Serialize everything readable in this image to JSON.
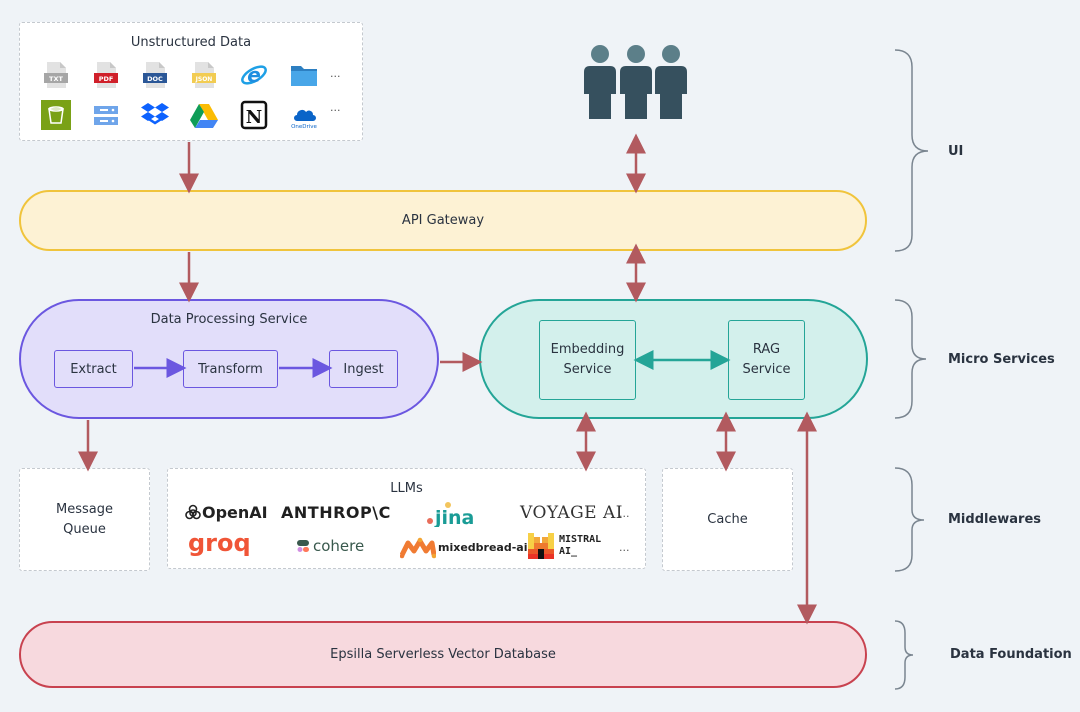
{
  "unstructured": {
    "title": "Unstructured Data",
    "row1": [
      {
        "icon": "txt-file-icon",
        "label": "TXT",
        "color": "#a6a6a6"
      },
      {
        "icon": "pdf-file-icon",
        "label": "PDF",
        "color": "#d0202a"
      },
      {
        "icon": "doc-file-icon",
        "label": "DOC",
        "color": "#2b5797"
      },
      {
        "icon": "json-file-icon",
        "label": "JSON",
        "color": "#f2cc52"
      },
      {
        "icon": "internet-explorer-icon"
      },
      {
        "icon": "folder-icon"
      }
    ],
    "row2": [
      {
        "icon": "s3-bucket-icon"
      },
      {
        "icon": "server-storage-icon"
      },
      {
        "icon": "dropbox-icon"
      },
      {
        "icon": "google-drive-icon"
      },
      {
        "icon": "notion-icon",
        "label": "N"
      },
      {
        "icon": "onedrive-icon",
        "label": "OneDrive"
      }
    ],
    "more": "..."
  },
  "users": {
    "icon": "users-group-icon"
  },
  "gateway": {
    "label": "API Gateway"
  },
  "dps": {
    "title": "Data Processing Service",
    "steps": [
      "Extract",
      "Transform",
      "Ingest"
    ]
  },
  "services": {
    "embedding": [
      "Embedding",
      "Service"
    ],
    "rag": [
      "RAG",
      "Service"
    ]
  },
  "middlewares": {
    "mq": [
      "Message",
      "Queue"
    ],
    "llms_title": "LLMs",
    "llms": [
      "OpenAI",
      "ANTHROP\\C",
      "jina",
      "VOYAGE AI",
      "groq",
      "cohere",
      "mixedbread-ai",
      "MISTRAL",
      "AI_"
    ],
    "more": "...",
    "cache": "Cache"
  },
  "db": {
    "label": "Epsilla Serverless Vector Database"
  },
  "layers": [
    "UI",
    "Micro Services",
    "Middlewares",
    "Data Foundation"
  ],
  "colors": {
    "arrow": "#b25a5f",
    "purple": "#6b57e0",
    "teal": "#24a597",
    "gateway": "#f0c43c",
    "db": "#c8424f"
  }
}
